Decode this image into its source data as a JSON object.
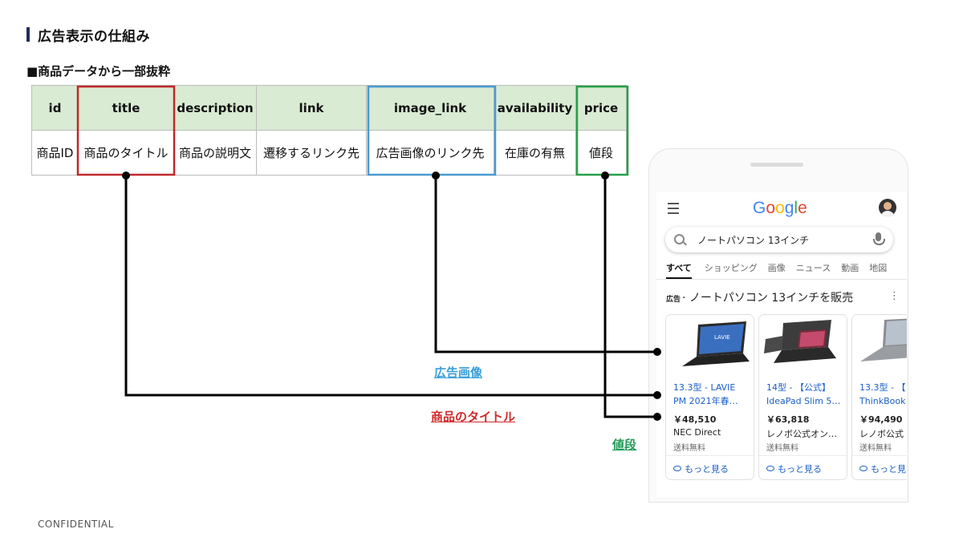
{
  "heading": "広告表示の仕組み",
  "subheading": "■商品データから一部抜粋",
  "table": {
    "headers": [
      "id",
      "title",
      "description",
      "link",
      "image_link",
      "availability",
      "price"
    ],
    "row": [
      "商品ID",
      "商品のタイトル",
      "商品の説明文",
      "遷移するリンク先",
      "広告画像のリンク先",
      "在庫の有無",
      "値段"
    ]
  },
  "labels": {
    "image": "広告画像",
    "title": "商品のタイトル",
    "price": "値段"
  },
  "colors": {
    "title_highlight": "#c0282a",
    "image_highlight": "#4a9ad0",
    "price_highlight": "#27a048",
    "header_bg": "#d9ebd3"
  },
  "footer": "CONFIDENTIAL",
  "phone": {
    "logo": "Google",
    "search_query": "ノートパソコン 13インチ",
    "tabs": [
      "すべて",
      "ショッピング",
      "画像",
      "ニュース",
      "動画",
      "地図"
    ],
    "ad_badge": "広告",
    "ad_separator": "·",
    "ad_heading": "ノートパソコン 13インチを販売",
    "cards": [
      {
        "title": "13.3型 - LAVIE\nPM 2021年春…",
        "price": "￥48,510",
        "seller": "NEC Direct",
        "shipping": "送料無料",
        "more": "もっと見る"
      },
      {
        "title": "14型 - 【公式】\nIdeaPad Slim 5…",
        "price": "￥63,818",
        "seller": "レノボ公式オン…",
        "shipping": "送料無料",
        "more": "もっと見る"
      },
      {
        "title": "13.3型 - 【\nThinkBook",
        "price": "￥94,490",
        "seller": "レノボ公式",
        "shipping": "送料無料",
        "more": "もっと見る"
      }
    ]
  }
}
